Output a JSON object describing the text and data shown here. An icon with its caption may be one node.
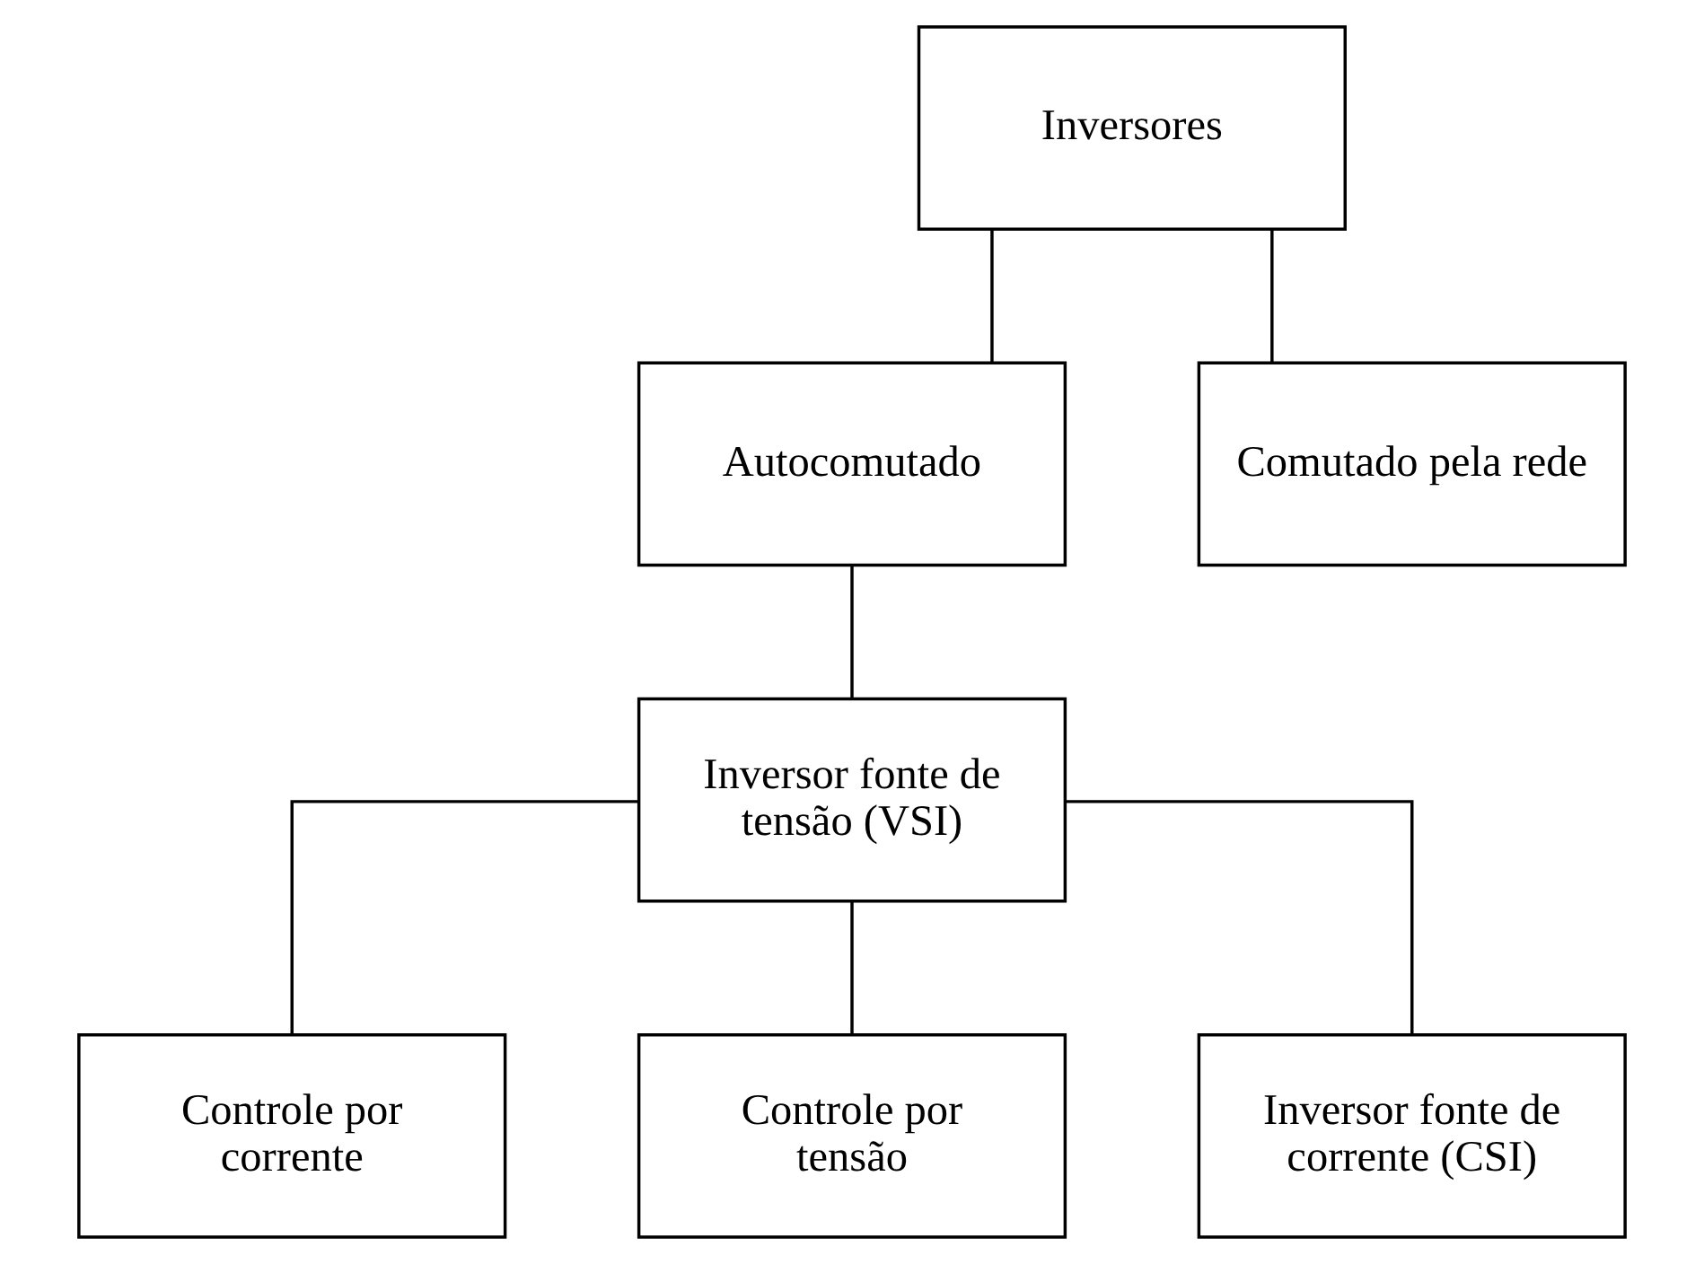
{
  "diagram": {
    "nodes": [
      {
        "text": [
          "Inversores"
        ]
      },
      {
        "text": [
          "Autocomutado"
        ]
      },
      {
        "text": [
          "Comutado pela rede"
        ]
      },
      {
        "text": [
          "Inversor fonte de tensão (VSI)"
        ]
      },
      {
        "text": [
          "Controle por corrente"
        ]
      },
      {
        "text": [
          "Controle por tensão"
        ]
      },
      {
        "text": [
          "Inversor fonte de corrente (CSI)"
        ]
      }
    ],
    "edges": [
      {
        "from": 0,
        "to": 1,
        "arrow": "none"
      },
      {
        "from": 0,
        "to": 2,
        "arrow": "none"
      },
      {
        "from": 1,
        "to": 3,
        "arrow": "none"
      },
      {
        "from": 3,
        "to": 4,
        "arrow": "none"
      },
      {
        "from": 3,
        "to": 5,
        "arrow": "none"
      },
      {
        "from": 3,
        "to": 6,
        "arrow": "none"
      }
    ]
  }
}
